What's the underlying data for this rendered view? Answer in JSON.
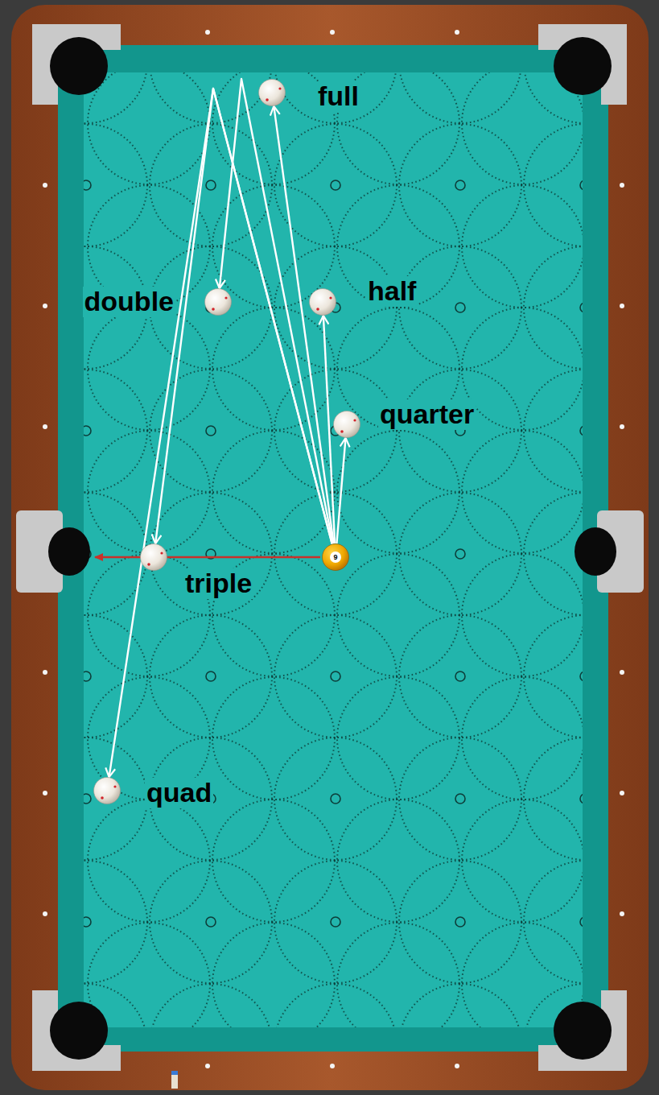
{
  "diagram": {
    "nodes": [
      {
        "text": [
          "full"
        ]
      },
      {
        "text": [
          "double"
        ]
      },
      {
        "text": [
          "half"
        ]
      },
      {
        "text": [
          "quarter"
        ]
      },
      {
        "text": [
          "triple"
        ]
      },
      {
        "text": [
          "9"
        ]
      },
      {
        "text": [
          "quad"
        ]
      }
    ],
    "edges": [
      {
        "from": 5,
        "to": 0,
        "arrow": "to"
      },
      {
        "from": 5,
        "to": 1,
        "arrow": "to"
      },
      {
        "from": 5,
        "to": 2,
        "arrow": "to"
      },
      {
        "from": 5,
        "to": 3,
        "arrow": "to"
      },
      {
        "from": 5,
        "to": 4,
        "arrow": "to"
      },
      {
        "from": 5,
        "to": 6,
        "arrow": "to"
      }
    ]
  }
}
